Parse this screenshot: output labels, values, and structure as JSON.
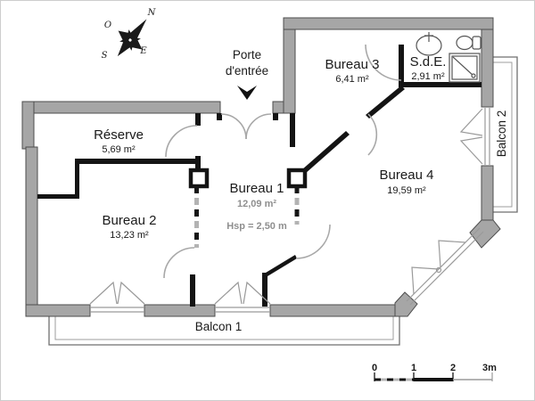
{
  "colors": {
    "wall_outer": "#a6a6a6",
    "wall_outline": "#4d4d4d",
    "wall_inner": "#141414",
    "door_arc": "#a8a8a8",
    "text_muted": "#8f8f8f",
    "background": "#ffffff"
  },
  "compass": {
    "north": "N",
    "east": "E",
    "south": "S",
    "west": "O"
  },
  "entrance": {
    "line1": "Porte",
    "line2": "d'entrée"
  },
  "rooms": [
    {
      "id": "reserve",
      "name": "Réserve",
      "area": "5,69 m²"
    },
    {
      "id": "bureau2",
      "name": "Bureau 2",
      "area": "13,23 m²"
    },
    {
      "id": "bureau1",
      "name": "Bureau 1",
      "area": "12,09 m²",
      "ceiling_height": "Hsp = 2,50 m"
    },
    {
      "id": "bureau3",
      "name": "Bureau 3",
      "area": "6,41 m²"
    },
    {
      "id": "bureau4",
      "name": "Bureau 4",
      "area": "19,59 m²"
    },
    {
      "id": "sde",
      "name": "S.d.E.",
      "area": "2,91 m²"
    }
  ],
  "balconies": [
    {
      "name": "Balcon 1"
    },
    {
      "name": "Balcon 2"
    }
  ],
  "scale_bar": {
    "labels": [
      "0",
      "1",
      "2",
      "3m"
    ]
  }
}
